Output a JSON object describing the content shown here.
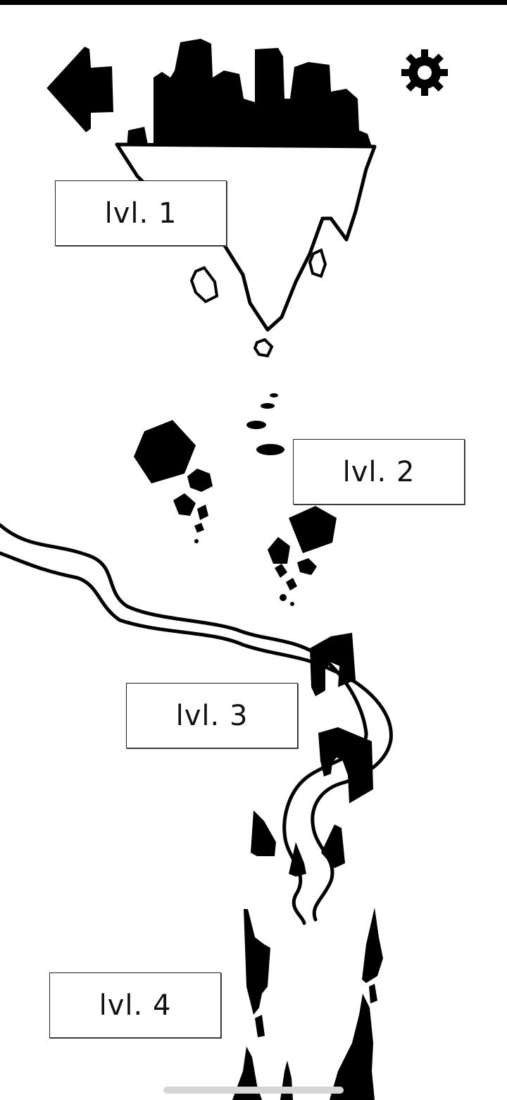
{
  "levels": [
    {
      "label": "lvl. 1"
    },
    {
      "label": "lvl. 2"
    },
    {
      "label": "lvl. 3"
    },
    {
      "label": "lvl. 4"
    }
  ],
  "icons": {
    "back": "back-arrow-icon",
    "settings": "gear-icon"
  },
  "colors": {
    "ink": "#000000",
    "paper": "#ffffff",
    "button_border": "#222222"
  }
}
